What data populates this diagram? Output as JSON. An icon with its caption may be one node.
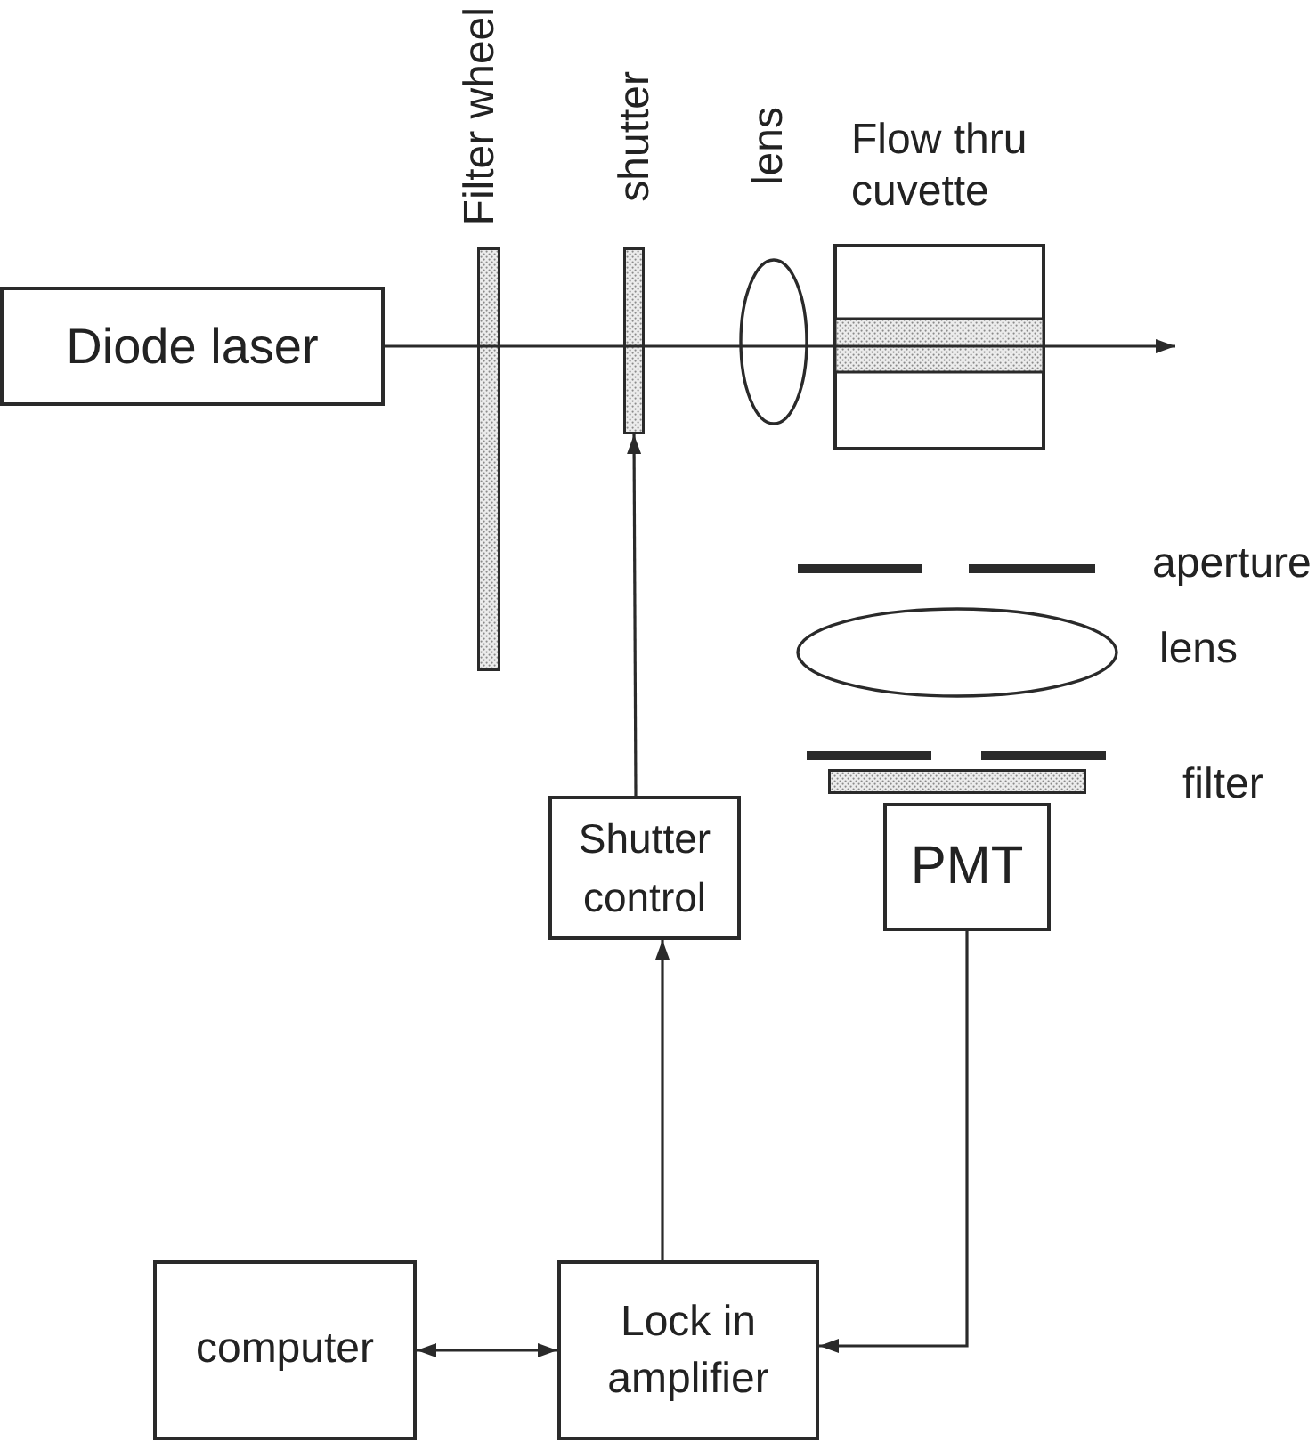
{
  "diagram": {
    "nodes": [
      {
        "text": [
          "Diode laser"
        ]
      },
      {
        "text": [],
        "shape": "bar",
        "beside": [
          "Filter wheel"
        ]
      },
      {
        "text": [],
        "shape": "bar",
        "beside": [
          "shutter"
        ]
      },
      {
        "text": [],
        "shape": "ellipse",
        "beside": [
          "lens"
        ]
      },
      {
        "text": [],
        "shape": "box",
        "beside": [
          "Flow thru cuvette"
        ]
      },
      {
        "text": [],
        "shape": "slit",
        "beside": [
          "aperture"
        ]
      },
      {
        "text": [],
        "shape": "ellipse",
        "beside": [
          "lens"
        ]
      },
      {
        "text": [],
        "shape": "slit"
      },
      {
        "text": [],
        "shape": "bar",
        "beside": [
          "filter"
        ]
      },
      {
        "text": [
          "Shutter control"
        ]
      },
      {
        "text": [
          "PMT"
        ]
      },
      {
        "text": [
          "computer"
        ]
      },
      {
        "text": [
          "Lock in amplifier"
        ]
      }
    ],
    "edges": [
      {
        "from": 0,
        "to": null,
        "arrow": "to"
      },
      {
        "from": 9,
        "to": 2,
        "arrow": "to"
      },
      {
        "from": 12,
        "to": 9,
        "arrow": "to"
      },
      {
        "from": 11,
        "to": 12,
        "arrow": "both"
      },
      {
        "from": 10,
        "to": 12,
        "arrow": "to"
      }
    ]
  }
}
